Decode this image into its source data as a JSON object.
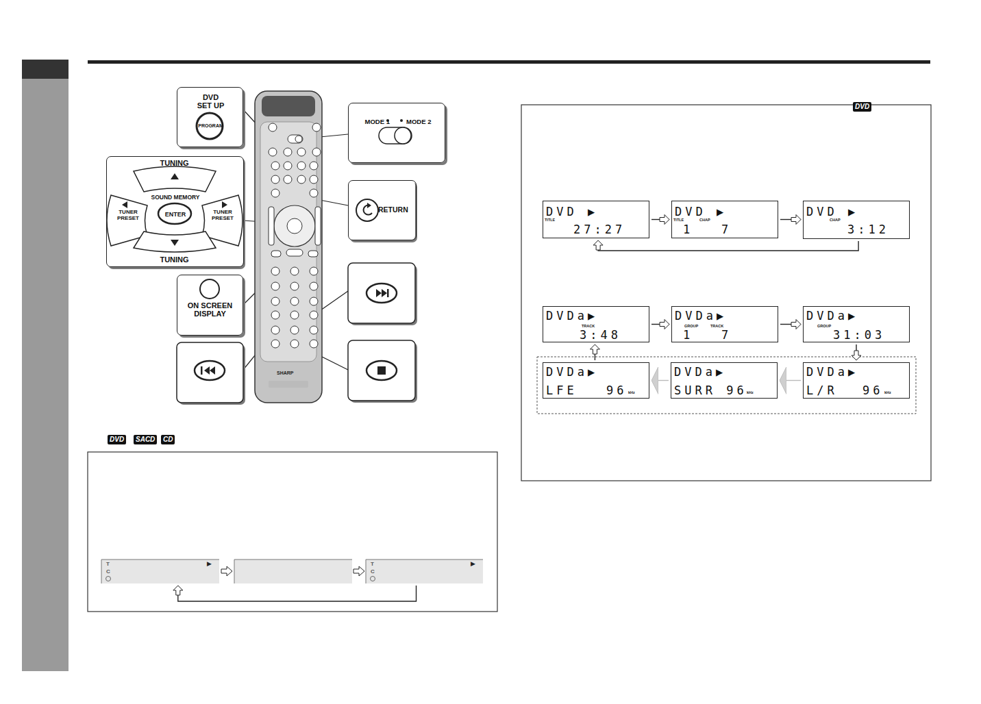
{
  "diagram": {
    "nodes": [
      {
        "text": [
          "DVD SET UP",
          "PROGRAM"
        ]
      },
      {
        "text": [
          "TUNING",
          "SOUND MEMORY",
          "TUNER PRESET",
          "ENTER",
          "TUNER PRESET",
          "TUNING"
        ]
      },
      {
        "text": [
          "ON SCREEN DISPLAY"
        ]
      },
      {
        "text": [
          "MODE 1",
          "MODE 2"
        ]
      },
      {
        "text": [
          "RETURN"
        ]
      },
      {
        "text": [
          "DVD ▶",
          "TITLE",
          "27:27"
        ]
      },
      {
        "text": [
          "DVD ▶",
          "TITLE",
          "CHAP",
          "1",
          "7"
        ]
      },
      {
        "text": [
          "DVD ▶",
          "CHAP",
          "3:12"
        ]
      },
      {
        "text": [
          "DVDa▶",
          "TRACK",
          "3:48"
        ]
      },
      {
        "text": [
          "DVDa▶",
          "GROUP",
          "TRACK",
          "1",
          "7"
        ]
      },
      {
        "text": [
          "DVDa▶",
          "GROUP",
          "31:03"
        ]
      },
      {
        "text": [
          "DVDa▶",
          "LFE 96",
          "kHz"
        ]
      },
      {
        "text": [
          "DVDa▶",
          "SURR 96",
          "kHz"
        ]
      },
      {
        "text": [
          "DVDa▶",
          "L/R 96",
          "kHz"
        ]
      },
      {
        "text": [
          "T",
          "C",
          "▶"
        ]
      },
      {
        "text": [
          "T",
          "C",
          "▶"
        ]
      }
    ],
    "edges": [
      {
        "from": 5,
        "to": 6,
        "arrow": "to"
      },
      {
        "from": 6,
        "to": 7,
        "arrow": "to"
      },
      {
        "from": 7,
        "to": 5,
        "arrow": "to"
      },
      {
        "from": 8,
        "to": 9,
        "arrow": "to"
      },
      {
        "from": 9,
        "to": 10,
        "arrow": "to"
      },
      {
        "from": 10,
        "to": 13,
        "arrow": "to"
      },
      {
        "from": 13,
        "to": 12,
        "arrow": "to"
      },
      {
        "from": 12,
        "to": 11,
        "arrow": "to"
      },
      {
        "from": 11,
        "to": 8,
        "arrow": "to"
      },
      {
        "from": 15,
        "to": 14,
        "arrow": "to"
      }
    ],
    "labels": [
      "SHARP",
      "DVD",
      "SACD",
      "CD",
      "DVD"
    ]
  }
}
